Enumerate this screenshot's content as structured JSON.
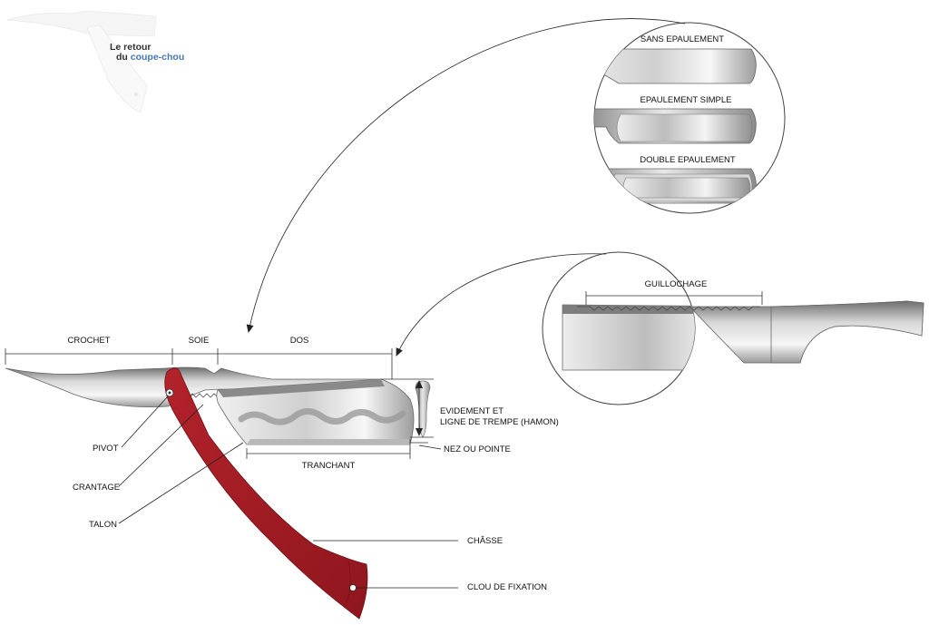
{
  "logo": {
    "line1": "Le retour",
    "line2_prefix": "du ",
    "line2_brand": "coupe-chou"
  },
  "colors": {
    "scale": "#a51c24",
    "steel_dark": "#8a8a8a",
    "steel_light": "#f2f2f2",
    "logo_blue": "#2f6aa8"
  },
  "labels": {
    "crochet": "CROCHET",
    "soie": "SOIE",
    "dos": "DOS",
    "evidement_line1": "EVIDEMENT ET",
    "evidement_line2": "LIGNE DE TREMPE (HAMON)",
    "nez": "NEZ OU POINTE",
    "tranchant": "TRANCHANT",
    "pivot": "PIVOT",
    "crantage": "CRANTAGE",
    "talon": "TALON",
    "chasse": "CHÂSSE",
    "clou": "CLOU DE FIXATION"
  },
  "detail_epaulement": {
    "items": [
      "SANS EPAULEMENT",
      "EPAULEMENT SIMPLE",
      "DOUBLE EPAULEMENT"
    ]
  },
  "detail_guillochage": {
    "label": "GUILLOCHAGE"
  }
}
